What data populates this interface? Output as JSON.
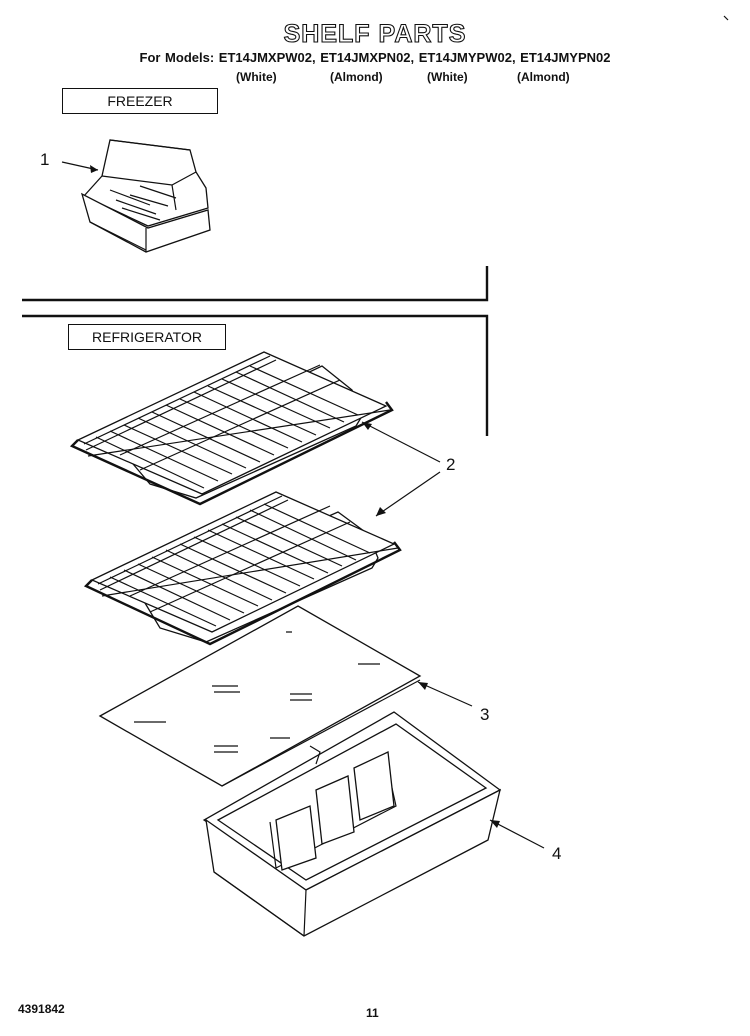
{
  "page": {
    "title": "SHELF PARTS",
    "models_line": "For Models: ET14JMXPW02, ET14JMXPN02, ET14JMYPW02, ET14JMYPN02",
    "colors": [
      "(White)",
      "(Almond)",
      "(White)",
      "(Almond)"
    ]
  },
  "sections": {
    "freezer": "FREEZER",
    "refrigerator": "REFRIGERATOR"
  },
  "callouts": [
    "1",
    "2",
    "3",
    "4"
  ],
  "footer": {
    "doc_number": "4391842",
    "page_number": "11"
  }
}
